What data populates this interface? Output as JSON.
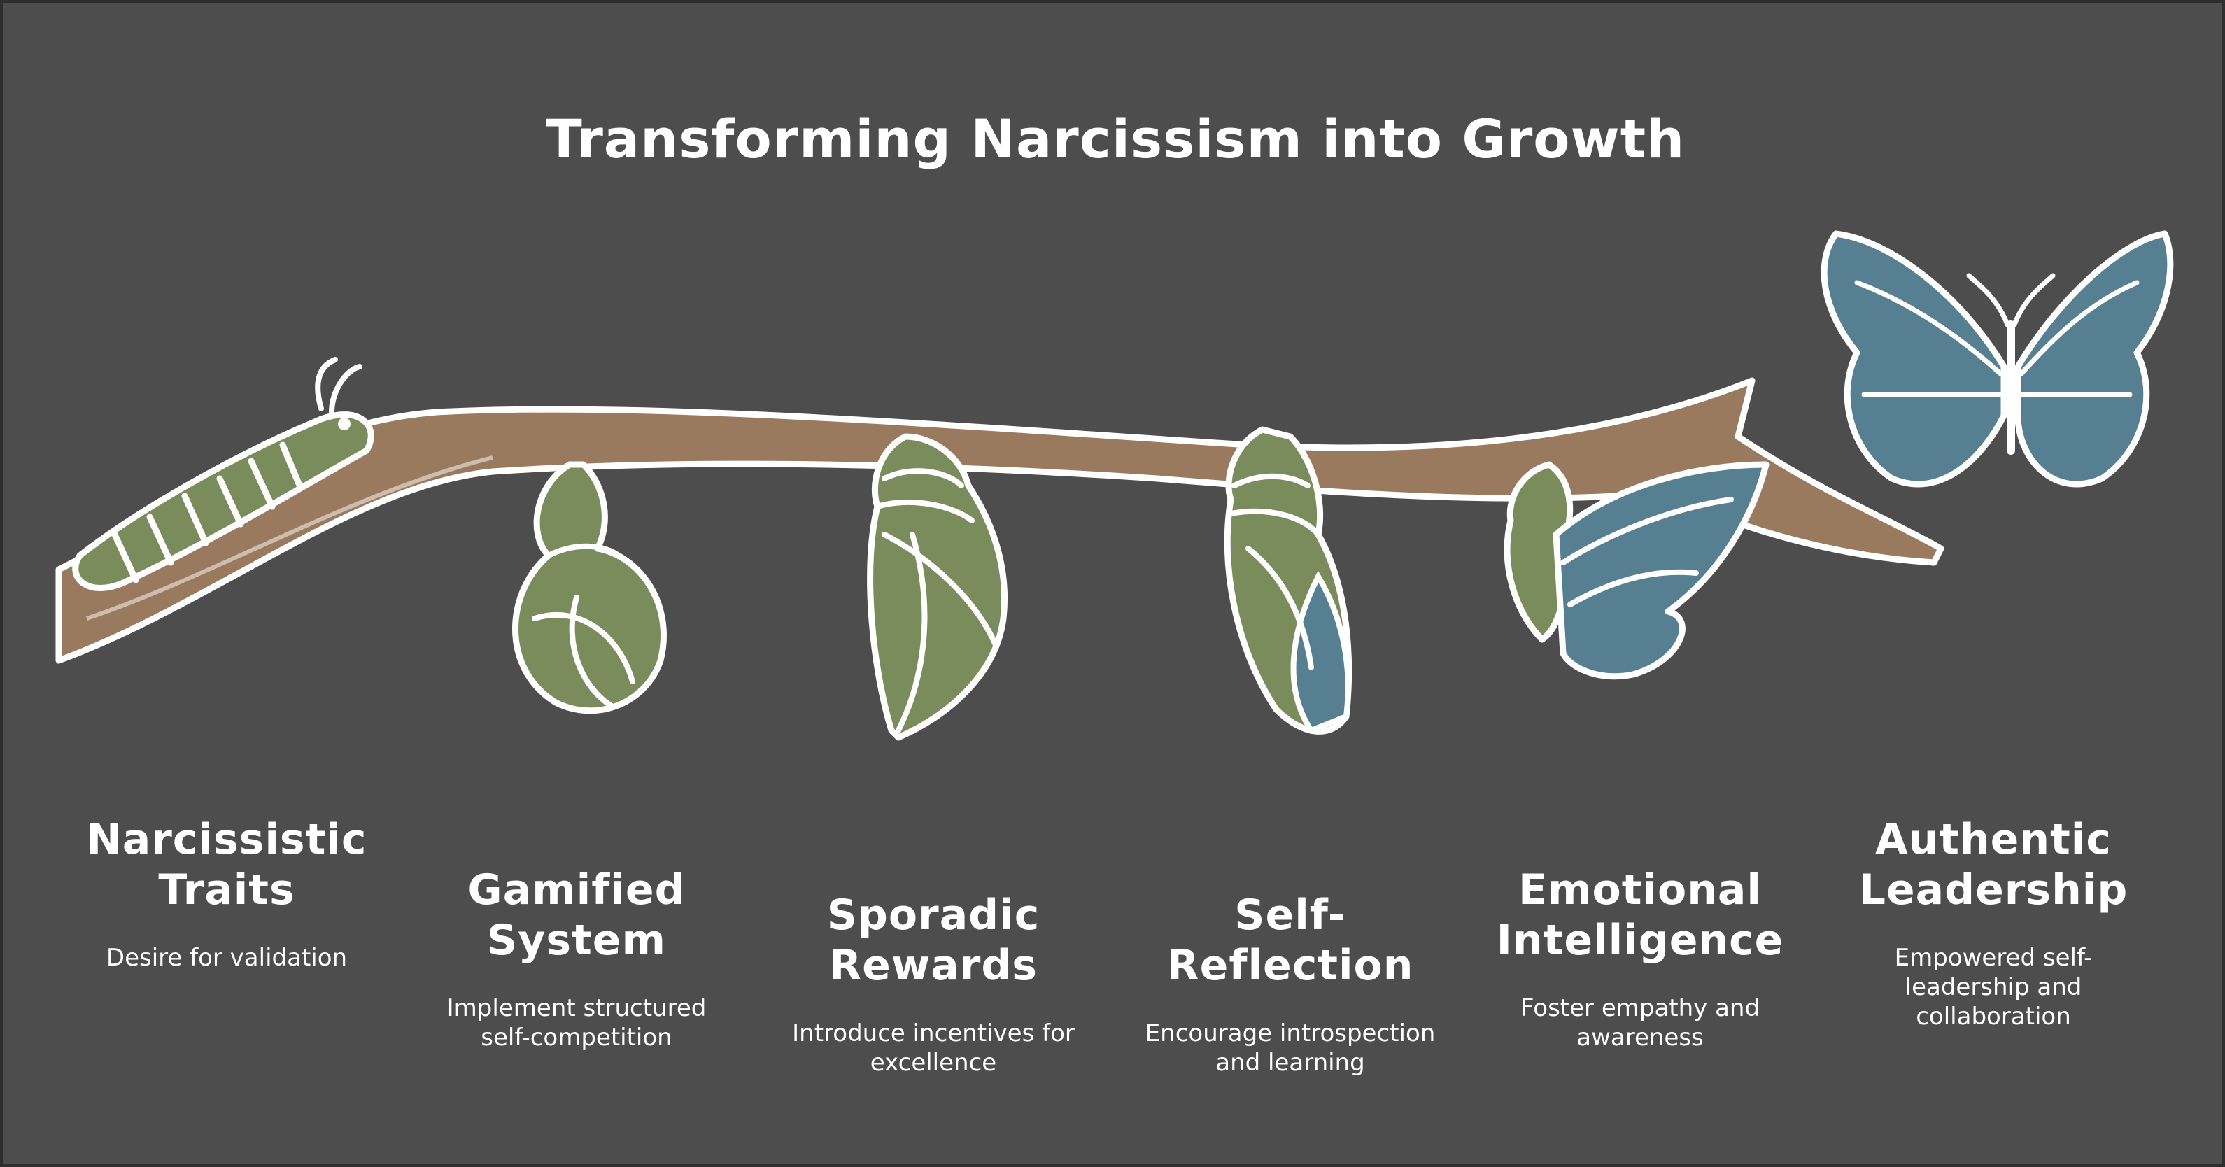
{
  "title": "Transforming Narcissism into Growth",
  "colors": {
    "background": "#4d4d4d",
    "branch": "#9a7a5e",
    "green": "#7a8b5c",
    "blue": "#567f91",
    "outline": "#ffffff",
    "shadow": "#7f7f7f"
  },
  "stages": [
    {
      "icon": "caterpillar-icon",
      "name_lines": [
        "Narcissistic",
        "Traits"
      ],
      "desc_lines": [
        "Desire for validation"
      ]
    },
    {
      "icon": "early-chrysalis-icon",
      "name_lines": [
        "Gamified",
        "System"
      ],
      "desc_lines": [
        "Implement structured",
        "self-competition"
      ]
    },
    {
      "icon": "chrysalis-icon",
      "name_lines": [
        "Sporadic",
        "Rewards"
      ],
      "desc_lines": [
        "Introduce incentives for",
        "excellence"
      ]
    },
    {
      "icon": "cracking-chrysalis-icon",
      "name_lines": [
        "Self-",
        "Reflection"
      ],
      "desc_lines": [
        "Encourage introspection",
        "and learning"
      ]
    },
    {
      "icon": "emerging-butterfly-icon",
      "name_lines": [
        "Emotional",
        "Intelligence"
      ],
      "desc_lines": [
        "Foster empathy and",
        "awareness"
      ]
    },
    {
      "icon": "butterfly-icon",
      "name_lines": [
        "Authentic",
        "Leadership"
      ],
      "desc_lines": [
        "Empowered self-",
        "leadership and",
        "collaboration"
      ]
    }
  ]
}
